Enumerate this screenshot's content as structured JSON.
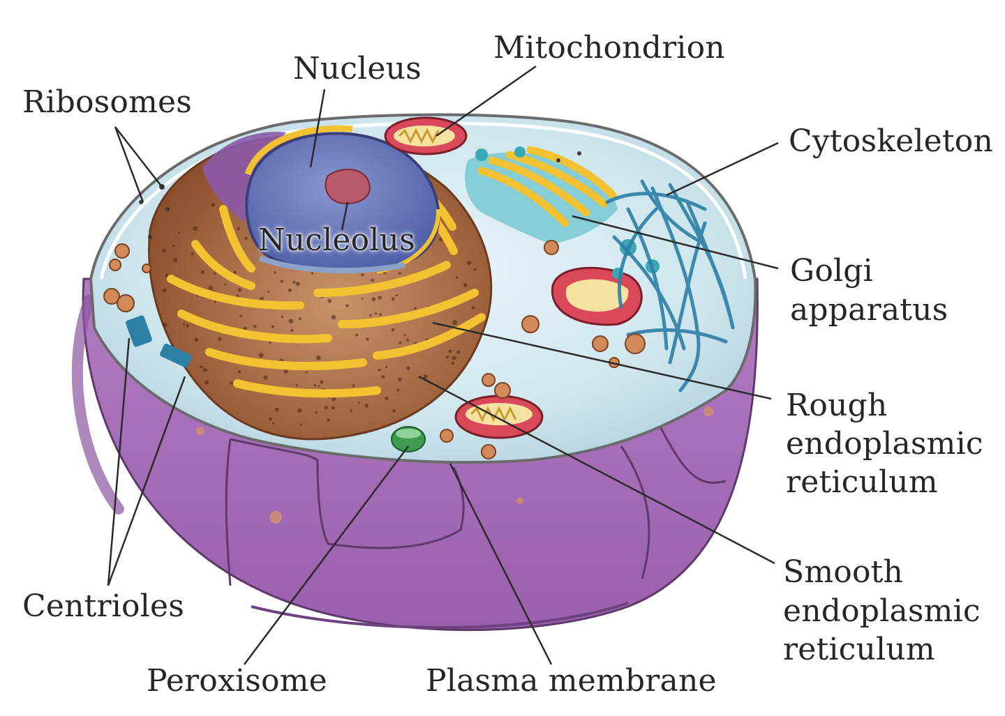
{
  "diagram": {
    "labels": {
      "nucleus": "Nucleus",
      "mitochondrion": "Mitochondrion",
      "ribosomes": "Ribosomes",
      "cytoskeleton": "Cytoskeleton",
      "nucleolus": "Nucleolus",
      "golgi_line1": "Golgi",
      "golgi_line2": "apparatus",
      "rough_er_line1": "Rough",
      "rough_er_line2": "endoplasmic",
      "rough_er_line3": "reticulum",
      "smooth_er_line1": "Smooth",
      "smooth_er_line2": "endoplasmic",
      "smooth_er_line3": "reticulum",
      "centrioles": "Centrioles",
      "peroxisome": "Peroxisome",
      "plasma_membrane": "Plasma membrane"
    },
    "colors": {
      "membrane_purple": "#a56ab3",
      "membrane_dark": "#7f4a8e",
      "cytoplasm": "#cfe6ee",
      "nucleus_blue": "#5e6fb2",
      "nucleolus_red": "#b85a6a",
      "er_brown": "#a5643d",
      "er_yellow": "#f2c233",
      "mito_red": "#c23a4a",
      "golgi_teal": "#3aa7b5",
      "cytoskeleton_blue": "#2d7fa6",
      "peroxisome_green": "#3e9a4e",
      "leader_line": "#2a2a2a"
    }
  }
}
